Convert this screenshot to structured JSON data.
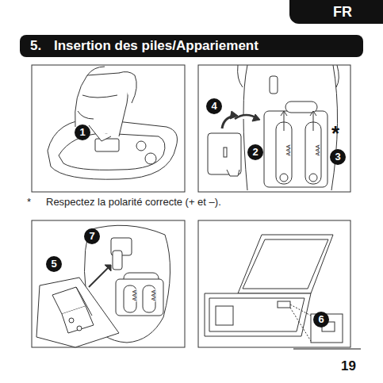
{
  "diagram": {
    "title": "Insertion des piles/Appariement",
    "nodes": [
      {
        "text": [
          "FR"
        ]
      }
    ],
    "labels": [
      "5.",
      "1",
      "4",
      "*",
      "2",
      "3",
      "AAA",
      "AAA",
      "*",
      "Respectez la polarité correcte (+ et –).",
      "7",
      "5",
      "AAA",
      "AAA",
      "6",
      "19"
    ]
  }
}
